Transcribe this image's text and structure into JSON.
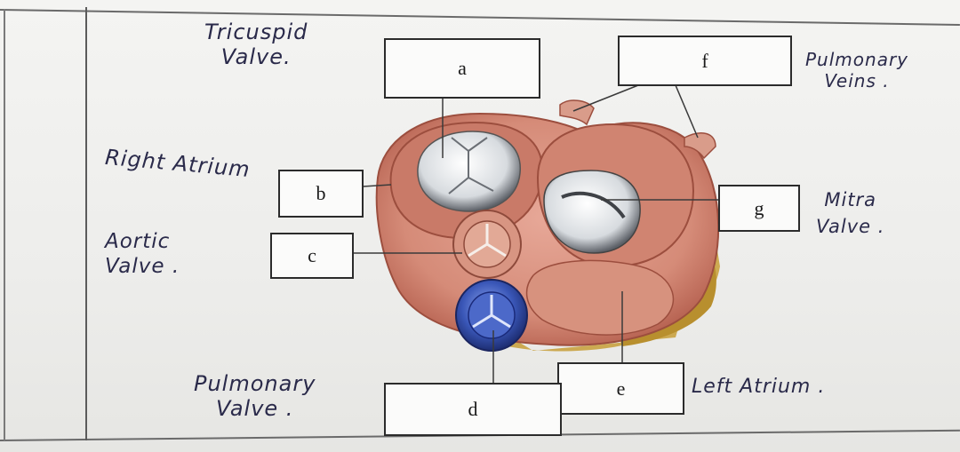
{
  "box_labels": {
    "a": "a",
    "b": "b",
    "c": "c",
    "d": "d",
    "e": "e",
    "f": "f",
    "g": "g"
  },
  "handwritten": {
    "tricuspid": "Tricuspid\nValve.",
    "right_atrium": "Right Atrium",
    "aortic": "Aortic\nValve .",
    "pulmonary_valve": "Pulmonary\nValve .",
    "pulmonary_veins": "Pulmonary\nVeins .",
    "mitral": "Mitra\nValve .",
    "left_atrium": "Left Atrium ."
  },
  "colors": {
    "heart_tissue": "#d58b78",
    "heart_dark": "#b5604f",
    "valve_white": "#e9ecee",
    "pulmonary_blue": "#3a57b8",
    "fat_yellow": "#c9a240"
  }
}
